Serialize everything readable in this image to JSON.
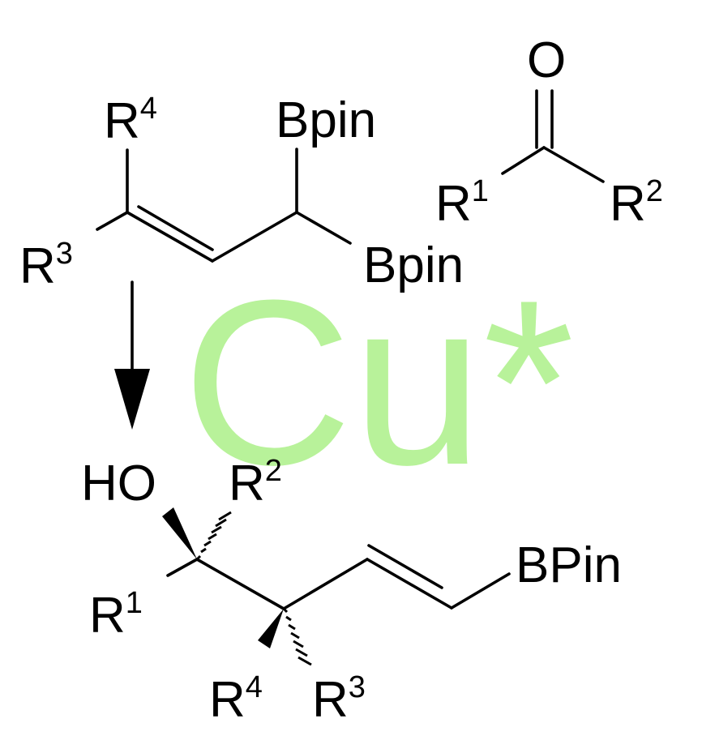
{
  "catalyst": {
    "label": "Cu*",
    "color": "#b8f29a"
  },
  "reactant_diene": {
    "R4": {
      "base": "R",
      "sup": "4"
    },
    "R3": {
      "base": "R",
      "sup": "3"
    },
    "bpin_top": "Bpin",
    "bpin_right": "Bpin"
  },
  "reactant_ketone": {
    "O": "O",
    "R1": {
      "base": "R",
      "sup": "1"
    },
    "R2": {
      "base": "R",
      "sup": "2"
    }
  },
  "arrow": {
    "icon": "down-arrow-icon"
  },
  "product": {
    "HO": "HO",
    "R2": {
      "base": "R",
      "sup": "2"
    },
    "R1": {
      "base": "R",
      "sup": "1"
    },
    "R4": {
      "base": "R",
      "sup": "4"
    },
    "R3": {
      "base": "R",
      "sup": "3"
    },
    "boron": "BPin"
  },
  "colors": {
    "ink": "#000000",
    "background": "#ffffff"
  }
}
